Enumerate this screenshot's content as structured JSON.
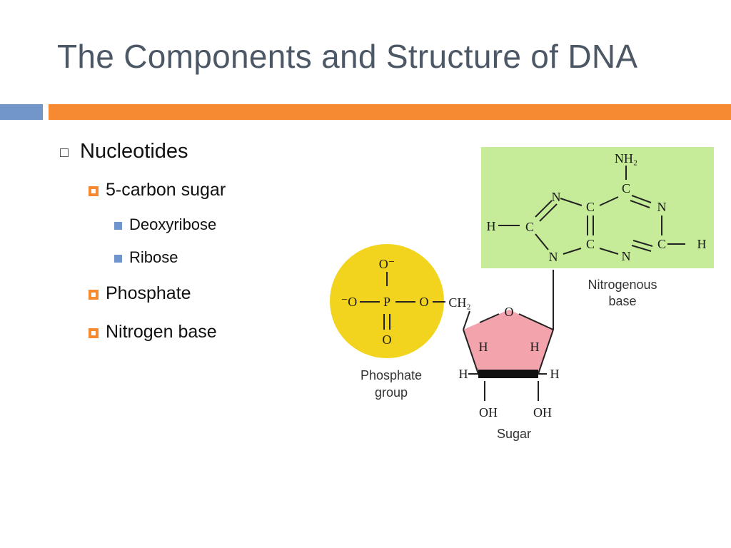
{
  "slide": {
    "title": "The Components and Structure of DNA",
    "accent_colors": {
      "blue_bar": "#7396c8",
      "orange_bar": "#f58a32"
    }
  },
  "bullets": {
    "level1": "Nucleotides",
    "sugar": "5-carbon sugar",
    "deoxyribose": "Deoxyribose",
    "ribose": "Ribose",
    "phosphate": "Phosphate",
    "nitrogen_base": "Nitrogen base"
  },
  "diagram": {
    "colors": {
      "base_box": "#c6ec9a",
      "phosphate_circle": "#f2d41f",
      "sugar_ring": "#f3a3ab"
    },
    "base": {
      "nh2": "NH₂",
      "c_top": "C",
      "n_top_left": "N",
      "n_right": "N",
      "c_center_top": "C",
      "h_left": "H",
      "c_left": "C",
      "c_center_bottom": "C",
      "n_bottom": "N",
      "c_right": "C",
      "h_right": "H",
      "n_glycosidic": "N",
      "label_line1": "Nitrogenous",
      "label_line2": "base"
    },
    "phosphate": {
      "o_top": "O⁻",
      "o_left": "⁻O",
      "p": "P",
      "o_right": "O",
      "o_bottom": "O",
      "label_line1": "Phosphate",
      "label_line2": "group"
    },
    "sugar": {
      "ch2": "CH₂",
      "o_ring": "O",
      "h_inner_left": "H",
      "h_inner_right": "H",
      "h_outer_left": "H",
      "h_outer_right": "H",
      "oh_left": "OH",
      "oh_right": "OH",
      "label": "Sugar"
    }
  }
}
